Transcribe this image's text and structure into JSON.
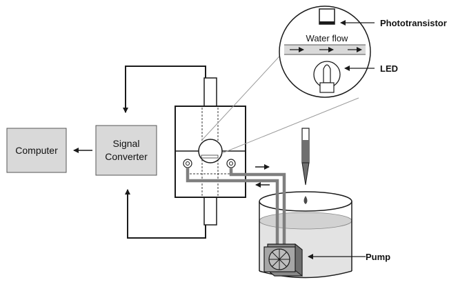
{
  "labels": {
    "computer": "Computer",
    "signal_converter_line1": "Signal",
    "signal_converter_line2": "Converter",
    "water_flow": "Water flow",
    "phototransistor": "Phototransistor",
    "led": "LED",
    "pump": "Pump"
  },
  "colors": {
    "box_fill": "#d9d9d9",
    "line": "#1a1a1a",
    "tube": "#7f7f7f",
    "water": "#e0e0e0",
    "callout_line": "#9a9a9a"
  }
}
